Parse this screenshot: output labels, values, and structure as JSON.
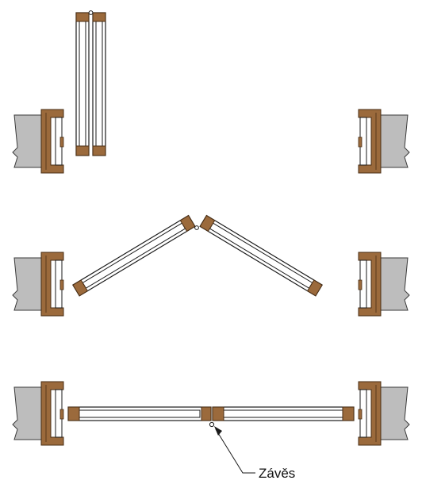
{
  "colors": {
    "wall": "#bdbdbd",
    "wall_stroke": "#3a3a3a",
    "wood": "#9b6a3c",
    "wood_stroke": "#4a2e14",
    "panel_fill": "#ffffff",
    "line": "#1a1a1a"
  },
  "states": [
    "folded",
    "half-open",
    "closed"
  ],
  "hinge_label": "Závěs"
}
